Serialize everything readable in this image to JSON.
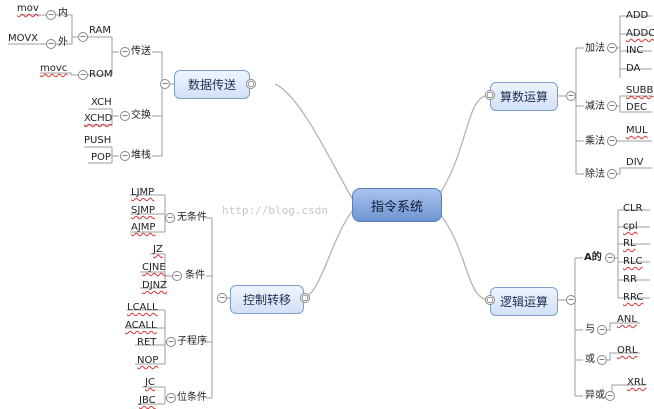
{
  "center": "指令系统",
  "watermark": "http://blog.csdn",
  "watermark_tail": "",
  "branches": {
    "data_transfer": "数据传送",
    "arith": "算数运算",
    "control": "控制转移",
    "logic": "逻辑运算"
  },
  "dt": {
    "ram": "RAM",
    "rom": "ROM",
    "transfer": "传送",
    "exchange": "交换",
    "stack": "堆栈",
    "inner": "内",
    "outer": "外",
    "mov": "mov",
    "movx": "MOVX",
    "movc": "movc",
    "xch": "XCH",
    "xchd": "XCHD",
    "push": "PUSH",
    "pop": "POP"
  },
  "ar": {
    "add": "加法",
    "sub": "减法",
    "mul": "乘法",
    "div": "除法",
    "add_items": [
      "ADD",
      "ADDC",
      "INC",
      "DA"
    ],
    "sub_items": [
      "SUBB",
      "DEC"
    ],
    "mul_items": [
      "MUL"
    ],
    "div_items": [
      "DIV"
    ]
  },
  "ct": {
    "uncond": "无条件",
    "cond": "条件",
    "sub": "子程序",
    "bit": "位条件",
    "uncond_items": [
      "LJMP",
      "SJMP",
      "AJMP"
    ],
    "cond_items": [
      "JZ",
      "CJNE",
      "DJNZ"
    ],
    "sub_items": [
      "LCALL",
      "ACALL",
      "RET",
      "NOP"
    ],
    "bit_items": [
      "JC",
      "JBC"
    ]
  },
  "lg": {
    "a": "A的",
    "and": "与",
    "or": "或",
    "xor": "异或",
    "a_items": [
      "CLR",
      "cpl",
      "RL",
      "RLC",
      "RR",
      "RRC"
    ],
    "and_items": [
      "ANL"
    ],
    "or_items": [
      "ORL"
    ],
    "xor_items": [
      "XRL"
    ]
  }
}
